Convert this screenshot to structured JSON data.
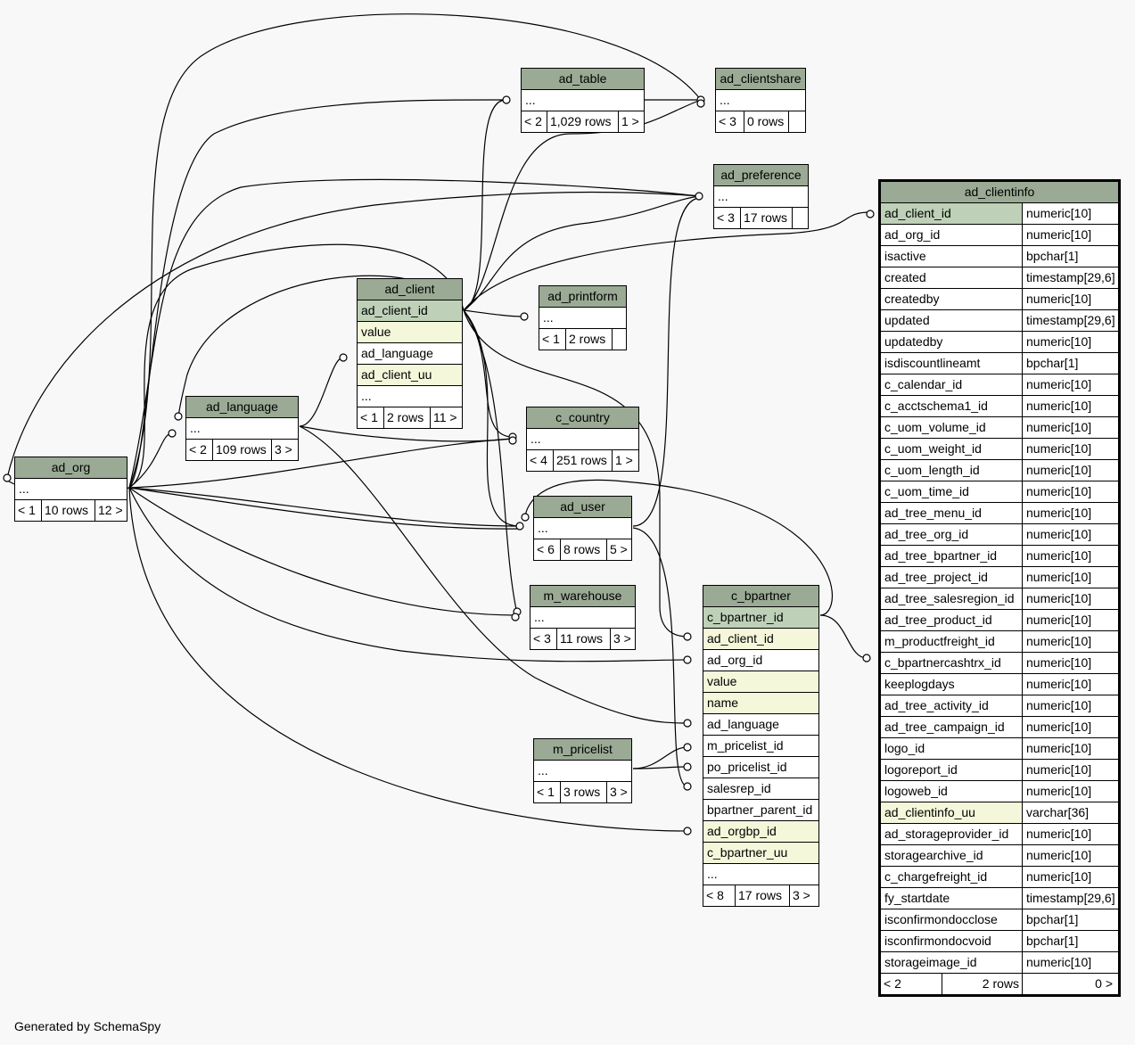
{
  "footer_text": "Generated by SchemaSpy",
  "tables": {
    "ad_table": {
      "name": "ad_table",
      "rows": [
        "..."
      ],
      "footer": [
        "< 2",
        "1,029 rows",
        "1 >"
      ]
    },
    "ad_clientshare": {
      "name": "ad_clientshare",
      "rows": [
        "..."
      ],
      "footer": [
        "< 3",
        "0 rows",
        ""
      ]
    },
    "ad_preference": {
      "name": "ad_preference",
      "rows": [
        "..."
      ],
      "footer": [
        "< 3",
        "17 rows",
        ""
      ]
    },
    "ad_client": {
      "name": "ad_client",
      "rows": [
        "ad_client_id",
        "value",
        "ad_language",
        "ad_client_uu",
        "..."
      ],
      "footer": [
        "< 1",
        "2 rows",
        "11 >"
      ]
    },
    "ad_printform": {
      "name": "ad_printform",
      "rows": [
        "..."
      ],
      "footer": [
        "< 1",
        "2 rows",
        ""
      ]
    },
    "ad_language": {
      "name": "ad_language",
      "rows": [
        "..."
      ],
      "footer": [
        "< 2",
        "109 rows",
        "3 >"
      ]
    },
    "c_country": {
      "name": "c_country",
      "rows": [
        "..."
      ],
      "footer": [
        "< 4",
        "251 rows",
        "1 >"
      ]
    },
    "ad_org": {
      "name": "ad_org",
      "rows": [
        "..."
      ],
      "footer": [
        "< 1",
        "10 rows",
        "12 >"
      ]
    },
    "ad_user": {
      "name": "ad_user",
      "rows": [
        "..."
      ],
      "footer": [
        "< 6",
        "8 rows",
        "5 >"
      ]
    },
    "m_warehouse": {
      "name": "m_warehouse",
      "rows": [
        "..."
      ],
      "footer": [
        "< 3",
        "11 rows",
        "3 >"
      ]
    },
    "m_pricelist": {
      "name": "m_pricelist",
      "rows": [
        "..."
      ],
      "footer": [
        "< 1",
        "3 rows",
        "3 >"
      ]
    },
    "c_bpartner": {
      "name": "c_bpartner",
      "rows": [
        "c_bpartner_id",
        "ad_client_id",
        "ad_org_id",
        "value",
        "name",
        "ad_language",
        "m_pricelist_id",
        "po_pricelist_id",
        "salesrep_id",
        "bpartner_parent_id",
        "ad_orgbp_id",
        "c_bpartner_uu",
        "..."
      ],
      "footer": [
        "< 8",
        "17 rows",
        "3 >"
      ]
    },
    "ad_clientinfo": {
      "name": "ad_clientinfo",
      "columns": [
        [
          "ad_client_id",
          "numeric[10]"
        ],
        [
          "ad_org_id",
          "numeric[10]"
        ],
        [
          "isactive",
          "bpchar[1]"
        ],
        [
          "created",
          "timestamp[29,6]"
        ],
        [
          "createdby",
          "numeric[10]"
        ],
        [
          "updated",
          "timestamp[29,6]"
        ],
        [
          "updatedby",
          "numeric[10]"
        ],
        [
          "isdiscountlineamt",
          "bpchar[1]"
        ],
        [
          "c_calendar_id",
          "numeric[10]"
        ],
        [
          "c_acctschema1_id",
          "numeric[10]"
        ],
        [
          "c_uom_volume_id",
          "numeric[10]"
        ],
        [
          "c_uom_weight_id",
          "numeric[10]"
        ],
        [
          "c_uom_length_id",
          "numeric[10]"
        ],
        [
          "c_uom_time_id",
          "numeric[10]"
        ],
        [
          "ad_tree_menu_id",
          "numeric[10]"
        ],
        [
          "ad_tree_org_id",
          "numeric[10]"
        ],
        [
          "ad_tree_bpartner_id",
          "numeric[10]"
        ],
        [
          "ad_tree_project_id",
          "numeric[10]"
        ],
        [
          "ad_tree_salesregion_id",
          "numeric[10]"
        ],
        [
          "ad_tree_product_id",
          "numeric[10]"
        ],
        [
          "m_productfreight_id",
          "numeric[10]"
        ],
        [
          "c_bpartnercashtrx_id",
          "numeric[10]"
        ],
        [
          "keeplogdays",
          "numeric[10]"
        ],
        [
          "ad_tree_activity_id",
          "numeric[10]"
        ],
        [
          "ad_tree_campaign_id",
          "numeric[10]"
        ],
        [
          "logo_id",
          "numeric[10]"
        ],
        [
          "logoreport_id",
          "numeric[10]"
        ],
        [
          "logoweb_id",
          "numeric[10]"
        ],
        [
          "ad_clientinfo_uu",
          "varchar[36]"
        ],
        [
          "ad_storageprovider_id",
          "numeric[10]"
        ],
        [
          "storagearchive_id",
          "numeric[10]"
        ],
        [
          "c_chargefreight_id",
          "numeric[10]"
        ],
        [
          "fy_startdate",
          "timestamp[29,6]"
        ],
        [
          "isconfirmondocclose",
          "bpchar[1]"
        ],
        [
          "isconfirmondocvoid",
          "bpchar[1]"
        ],
        [
          "storageimage_id",
          "numeric[10]"
        ]
      ],
      "footer": [
        "< 2",
        "2 rows",
        "0 >"
      ]
    }
  }
}
